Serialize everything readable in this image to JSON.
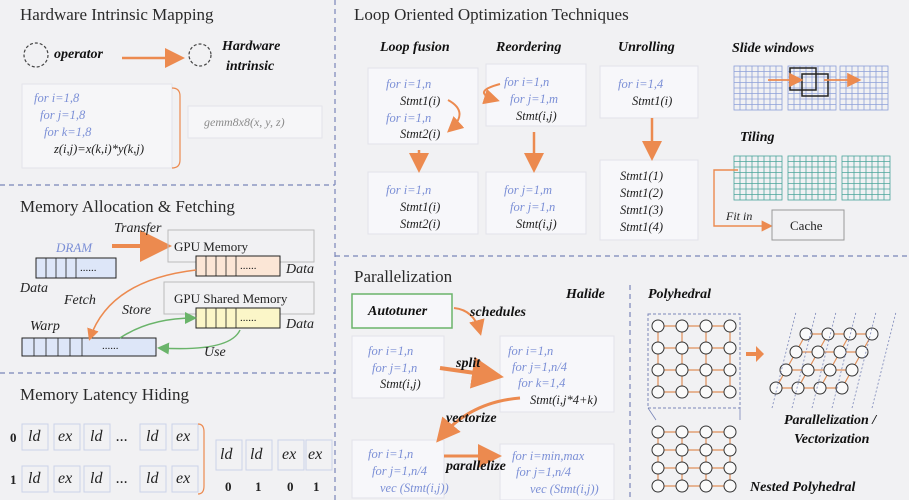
{
  "panels": {
    "hw_title": "Hardware Intrinsic Mapping",
    "mem_title": "Memory Allocation & Fetching",
    "latency_title": "Memory Latency Hiding",
    "loop_title": "Loop Oriented Optimization Techniques",
    "par_title": "Parallelization"
  },
  "hw": {
    "operator": "operator",
    "hardware": "Hardware",
    "intrinsic": "intrinsic",
    "code": [
      "for i=1,8",
      "for j=1,8",
      "for k=1,8",
      "z(i,j)=x(k,i)*y(k,j)"
    ],
    "gemm": "gemm8x8(x, y, z)"
  },
  "mem": {
    "dram": "DRAM",
    "transfer": "Transfer",
    "gpu_memory": "GPU Memory",
    "dots": "......",
    "data": "Data",
    "fetch": "Fetch",
    "store": "Store",
    "gpu_shared": "GPU Shared Memory",
    "warp": "Warp",
    "use": "Use"
  },
  "latency": {
    "row0": [
      "0",
      "ld",
      "ex",
      "ld",
      "...",
      "ld",
      "ex"
    ],
    "row1": [
      "1",
      "ld",
      "ex",
      "ld",
      "...",
      "ld",
      "ex"
    ],
    "right_top": [
      "ld",
      "ld",
      "ex",
      "ex"
    ],
    "right_bot": [
      "0",
      "1",
      "0",
      "1"
    ]
  },
  "loop": {
    "fusion": "Loop fusion",
    "reorder": "Reordering",
    "unroll": "Unrolling",
    "slide": "Slide windows",
    "tiling": "Tiling",
    "fitin": "Fit in",
    "cache": "Cache",
    "fusion_before": [
      "for i=1,n",
      "Stmt1(i)",
      "for i=1,n",
      "Stmt2(i)"
    ],
    "fusion_after": [
      "for i=1,n",
      "Stmt1(i)",
      "Stmt2(i)"
    ],
    "reorder_before": [
      "for i=1,n",
      "for j=1,m",
      "Stmt(i,j)"
    ],
    "reorder_after": [
      "for j=1,m",
      "for j=1,n",
      "Stmt(i,j)"
    ],
    "unroll_before": [
      "for i=1,4",
      "Stmt1(i)"
    ],
    "unroll_after": [
      "Stmt1(1)",
      "Stmt1(2)",
      "Stmt1(3)",
      "Stmt1(4)"
    ]
  },
  "par": {
    "halide": "Halide",
    "polyhedral": "Polyhedral",
    "autotuner": "Autotuner",
    "schedules": "schedules",
    "split": "split",
    "vectorize": "vectorize",
    "parallelize": "parallelize",
    "code1": [
      "for i=1,n",
      "for j=1,n",
      "Stmt(i,j)"
    ],
    "code2": [
      "for i=1,n",
      "for j=1,n/4",
      "for k=1,4",
      "Stmt(i,j*4+k)"
    ],
    "code3": [
      "for i=1,n",
      "for j=1,n/4",
      "vec (Stmt(i,j))"
    ],
    "code4": [
      "for i=min,max",
      "for j=1,n/4",
      "vec (Stmt(i,j))"
    ],
    "par_vec_1": "Parallelization /",
    "par_vec_2": "Vectorization",
    "nested": "Nested Polyhedral"
  },
  "colors": {
    "orange": "#ec8a4f",
    "green": "#6ab46a",
    "code_blue": "#7b8fd6",
    "grid_blue": "#8d9fd8",
    "yellow": "#fbf6c8",
    "peach": "#fbe6d6",
    "light_blue": "#dde6f8"
  }
}
